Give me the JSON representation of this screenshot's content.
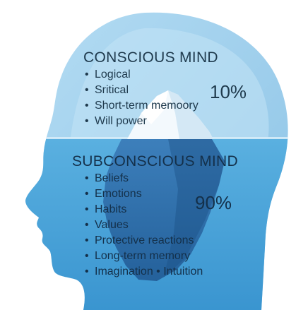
{
  "conscious": {
    "title": "CONSCIOUS MIND",
    "percent": "10%",
    "items": [
      "Logical",
      "Sritical",
      "Short-term memoory",
      "Will power"
    ]
  },
  "subconscious": {
    "title": "SUBCONSCIOUS MIND",
    "percent": "90%",
    "items": [
      "Beliefs",
      "Emotions",
      "Habits",
      "Values",
      "Protective reactions",
      "Long-term memory"
    ],
    "last_line": [
      "Imagination",
      "Intuition"
    ]
  },
  "bullet": "•",
  "colors": {
    "head_light": "#a9d6f0",
    "head_mid": "#8cc6ea",
    "water": "#4aa3d8",
    "water_deep": "#2f86c2",
    "iceberg_top": "#eef6fb",
    "iceberg_under": "#2f6fa8",
    "text": "#1f3a4d"
  }
}
